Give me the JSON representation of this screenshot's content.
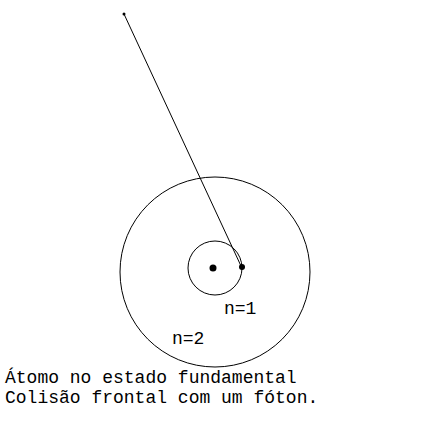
{
  "diagram": {
    "labels": [
      "n=1",
      "n=2",
      "Átomo no estado fundamental",
      "Colisão frontal com um fóton."
    ]
  }
}
